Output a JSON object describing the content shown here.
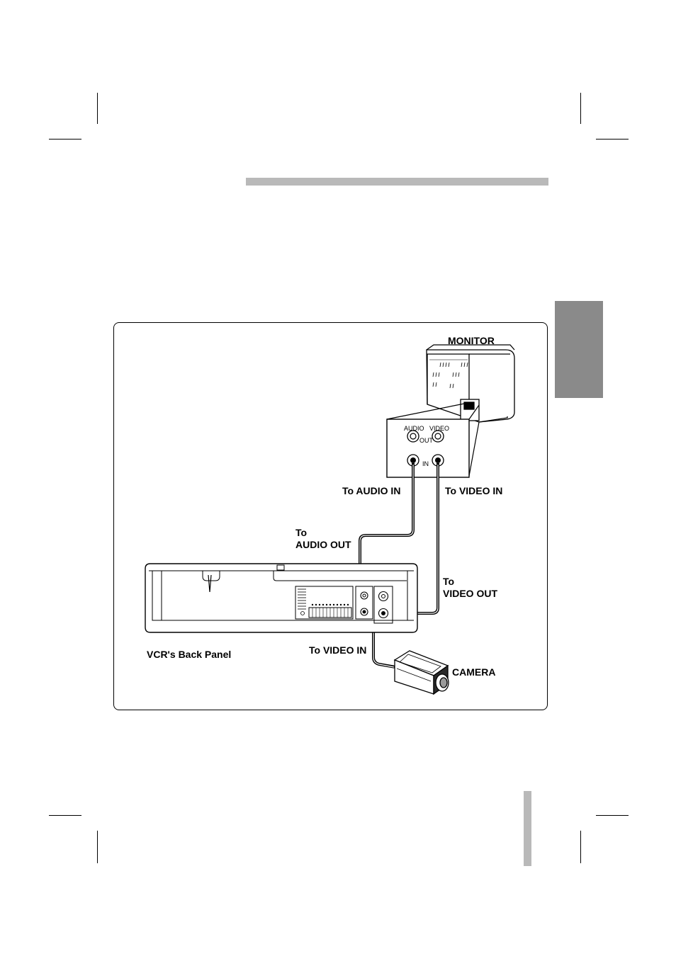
{
  "diagram": {
    "labels": {
      "monitor": "MONITOR",
      "audio": "AUDIO",
      "video": "VIDEO",
      "out": "OUT",
      "in": "IN",
      "to_audio_in": "To AUDIO IN",
      "to_video_in_monitor": "To VIDEO IN",
      "to_audio_out": "To\nAUDIO OUT",
      "to_video_out": "To\nVIDEO OUT",
      "vcr_back_panel": "VCR's Back Panel",
      "to_video_in_vcr": "To VIDEO IN",
      "camera": "CAMERA"
    }
  }
}
